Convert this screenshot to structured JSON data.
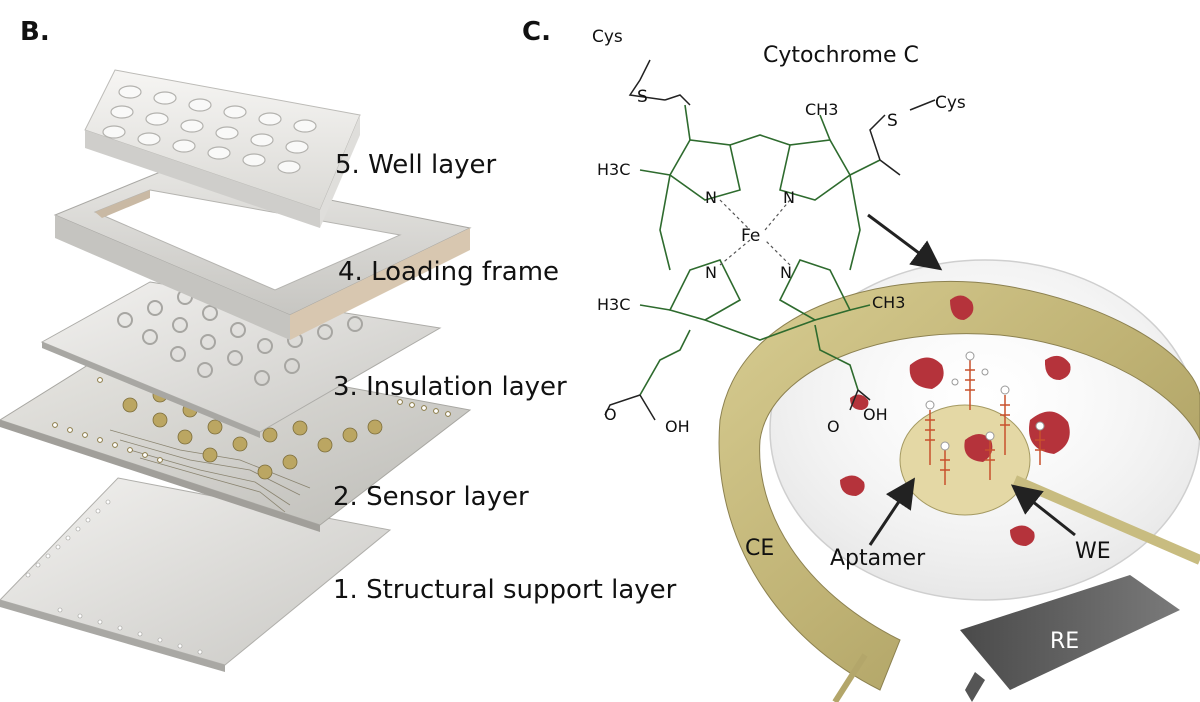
{
  "panels": {
    "b_label": "B.",
    "c_label": "C."
  },
  "layers": {
    "well": "5. Well layer",
    "loading_frame": "4. Loading frame",
    "insulation": "3. Insulation layer",
    "sensor": "2. Sensor layer",
    "support": "1. Structural support layer"
  },
  "molecule": {
    "title": "Cytochrome C",
    "cys_left": "Cys",
    "cys_right": "Cys",
    "s_left": "S",
    "s_right": "S",
    "ch3_top": "CH3",
    "ch3_right": "CH3",
    "h3c_upper": "H3C",
    "h3c_lower": "H3C",
    "fe": "Fe",
    "n": "N",
    "o": "O",
    "oh": "OH"
  },
  "electrodes": {
    "ce": "CE",
    "we": "WE",
    "re": "RE",
    "aptamer": "Aptamer"
  },
  "colors": {
    "gold": "#c9bd7e",
    "gold_dark": "#9e9259",
    "protein_red": "#b5333b",
    "molecule_green": "#2e6b2e",
    "re_gray": "#5a5a5a"
  }
}
